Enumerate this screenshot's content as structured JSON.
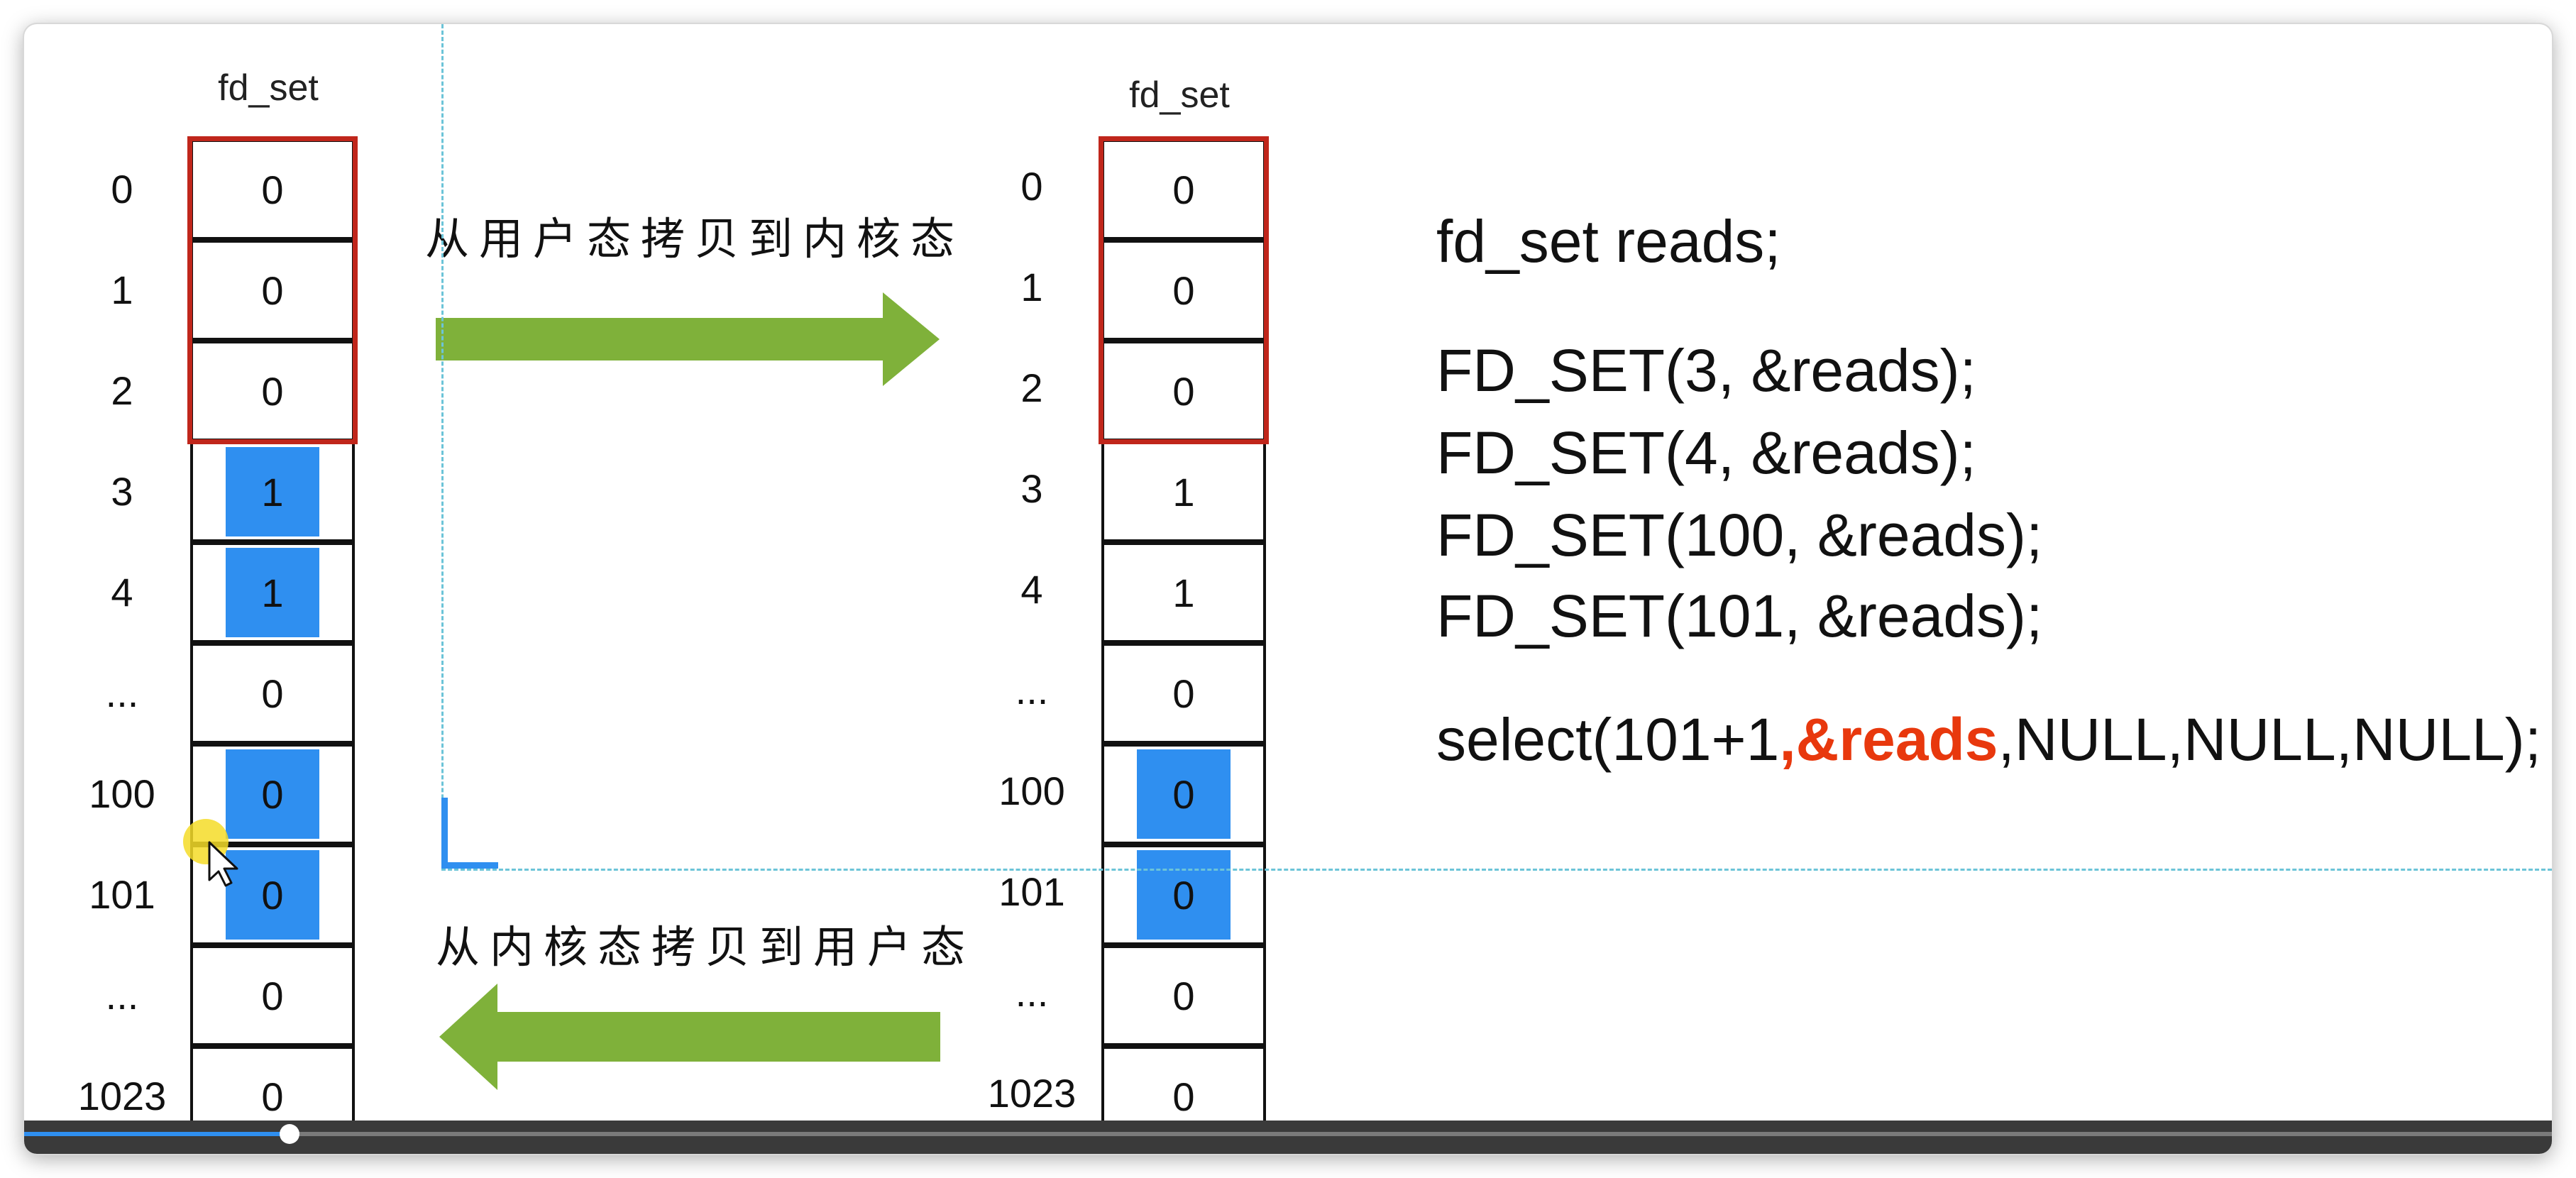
{
  "user_table": {
    "title": "fd_set",
    "rows": [
      {
        "index": "0",
        "value": "0",
        "highlight": false
      },
      {
        "index": "1",
        "value": "0",
        "highlight": false
      },
      {
        "index": "2",
        "value": "0",
        "highlight": false
      },
      {
        "index": "3",
        "value": "1",
        "highlight": true
      },
      {
        "index": "4",
        "value": "1",
        "highlight": true
      },
      {
        "index": "...",
        "value": "0",
        "highlight": false
      },
      {
        "index": "100",
        "value": "0",
        "highlight": true
      },
      {
        "index": "101",
        "value": "0",
        "highlight": true
      },
      {
        "index": "...",
        "value": "0",
        "highlight": false
      },
      {
        "index": "1023",
        "value": "0",
        "highlight": false
      }
    ],
    "reserved_rows": 3
  },
  "kernel_table": {
    "title": "fd_set",
    "rows": [
      {
        "index": "0",
        "value": "0",
        "highlight": false
      },
      {
        "index": "1",
        "value": "0",
        "highlight": false
      },
      {
        "index": "2",
        "value": "0",
        "highlight": false
      },
      {
        "index": "3",
        "value": "1",
        "highlight": false
      },
      {
        "index": "4",
        "value": "1",
        "highlight": false
      },
      {
        "index": "...",
        "value": "0",
        "highlight": false
      },
      {
        "index": "100",
        "value": "0",
        "highlight": true
      },
      {
        "index": "101",
        "value": "0",
        "highlight": true
      },
      {
        "index": "...",
        "value": "0",
        "highlight": false
      },
      {
        "index": "1023",
        "value": "0",
        "highlight": false
      }
    ],
    "reserved_rows": 3
  },
  "arrows": {
    "top_label": "从用户态拷贝到内核态",
    "bottom_label": "从内核态拷贝到用户态",
    "color": "#7fb13a"
  },
  "code": {
    "declare": "fd_set reads;",
    "fd_set_lines": [
      "FD_SET(3, &reads);",
      "FD_SET(4, &reads);",
      "FD_SET(100, &reads);",
      "FD_SET(101, &reads);"
    ],
    "select_prefix": "select(101+1",
    "select_highlight": ",&reads",
    "select_suffix": ",NULL,NULL,NULL);"
  },
  "colors": {
    "reserved_border": "#c0261b",
    "highlight_chip": "#2f8ff0",
    "code_highlight": "#e8380d"
  },
  "icons": {
    "cursor": "mouse-pointer-icon",
    "arrow_right": "arrow-right-icon",
    "arrow_left": "arrow-left-icon"
  },
  "player": {
    "progress_fraction": 0.105
  }
}
